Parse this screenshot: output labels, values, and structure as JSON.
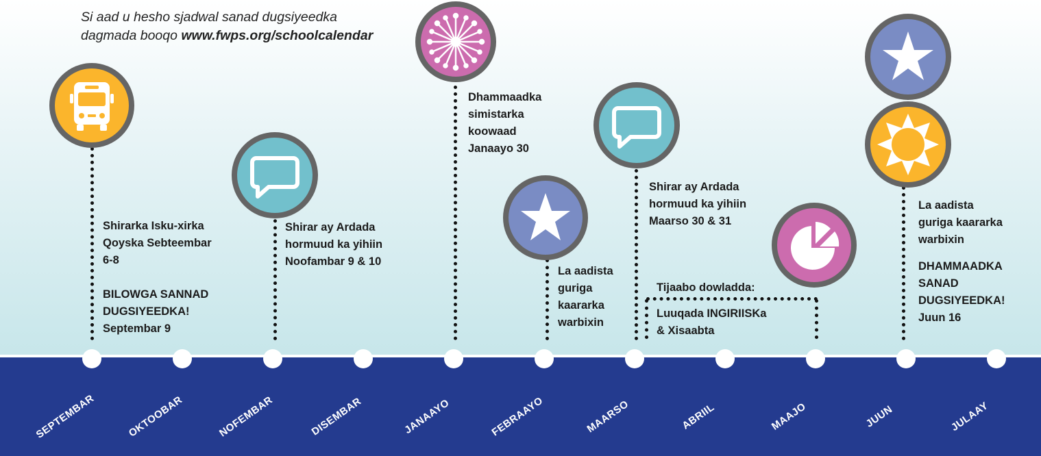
{
  "intro": {
    "line1": "Si aad u hesho sjadwal sanad dugsiyeedka",
    "line2_prefix": "dagmada booqo ",
    "line2_link": "www.fwps.org/schoolcalendar"
  },
  "months": [
    "SEPTEMBAR",
    "OKTOOBAR",
    "NOFEMBAR",
    "DISEMBAR",
    "JANAAYO",
    "FEBRAAYO",
    "MAARSO",
    "ABRIIL",
    "MAAJO",
    "JUUN",
    "JULAAY"
  ],
  "events": {
    "september": {
      "line1": "Shirarka Isku-xirka",
      "line2": "Qoyska Sebteembar",
      "line3": "6-8",
      "line4": "BILOWGA SANNAD",
      "line5": "DUGSIYEEDKA!",
      "line6": "Septembar 9"
    },
    "november": {
      "line1": "Shirar ay Ardada",
      "line2": "hormuud ka yihiin",
      "line3": "Noofambar 9 & 10"
    },
    "january": {
      "line1": "Dhammaadka",
      "line2": "simistarka",
      "line3": "koowaad",
      "line4": "Janaayo 30"
    },
    "february": {
      "line1": "La aadista",
      "line2": "guriga",
      "line3": "kaararka",
      "line4": "warbixin"
    },
    "march": {
      "line1": "Shirar ay Ardada",
      "line2": "hormuud ka yihiin",
      "line3": "Maarso 30 & 31"
    },
    "state_test": {
      "line1": "Tijaabo dowladda:",
      "line2": "Luuqada INGIRIISKa",
      "line3": "& Xisaabta"
    },
    "june": {
      "line1": "La aadista",
      "line2": "guriga kaararka",
      "line3": "warbixin",
      "line4": "DHAMMAADKA",
      "line5": "SANAD",
      "line6": "DUGSIYEEDKA!",
      "line7": "Juun 16"
    }
  },
  "icons": {
    "bus": "bus-icon",
    "speech": "speech-bubble-icon",
    "snowflake": "snowflake-icon",
    "star": "star-icon",
    "pie": "pie-chart-icon",
    "sun": "sun-icon"
  },
  "colors": {
    "band": "#243b8f",
    "orange": "#fbb52c",
    "teal": "#72c0cc",
    "magenta": "#cc6cae",
    "periwinkle": "#7a8cc4",
    "icon_ring": "#656565"
  }
}
